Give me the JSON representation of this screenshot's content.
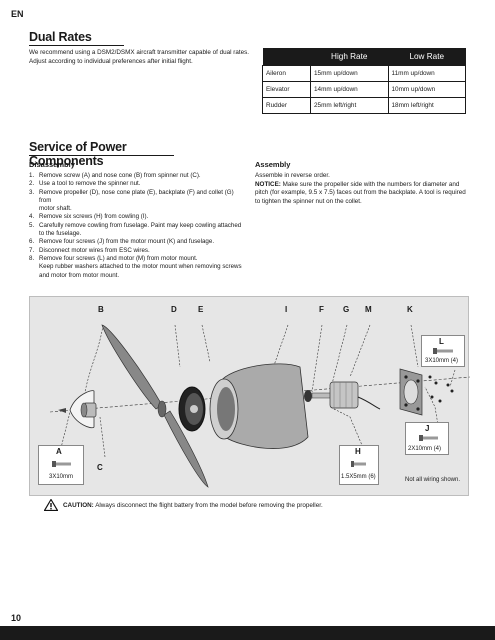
{
  "page": {
    "lang": "EN",
    "page_number": "10"
  },
  "dual_rates": {
    "title": "Dual Rates",
    "text": "We recommend using a DSM2/DSMX aircraft transmitter capable of dual rates. Adjust according to individual preferences after initial flight.",
    "table": {
      "headers": [
        "",
        "High Rate",
        "Low Rate"
      ],
      "rows": [
        [
          "Aileron",
          "15mm up/down",
          "11mm up/down"
        ],
        [
          "Elevator",
          "14mm up/down",
          "10mm up/down"
        ],
        [
          "Rudder",
          "25mm left/right",
          "18mm left/right"
        ]
      ]
    }
  },
  "service": {
    "title": "Service of Power Components",
    "disassembly_title": "Disassembly",
    "steps": [
      {
        "num": "1.",
        "text": "Remove screw (A) and nose cone (B) from spinner nut (C)."
      },
      {
        "num": "2.",
        "text": "Use a tool to remove the spinner nut."
      },
      {
        "num": "3.",
        "text": "Remove propeller (D), nose cone plate (E), backplate (F) and collet (G) from",
        "cont": "motor shaft."
      },
      {
        "num": "4.",
        "text": "Remove six screws (H) from cowling (I)."
      },
      {
        "num": "5.",
        "text": "Carefully remove cowling from fuselage. Paint may keep cowling attached",
        "cont": "to the fuselage."
      },
      {
        "num": "6.",
        "text": "Remove four screws (J) from the motor mount (K) and fuselage."
      },
      {
        "num": "7.",
        "text": "Disconnect motor wires from ESC wires."
      },
      {
        "num": "8.",
        "text": "Remove four screws (L) and motor (M) from motor mount.",
        "cont": "Keep rubber washers attached to the motor mount when removing screws",
        "cont2": "and motor from motor mount."
      }
    ],
    "assembly_title": "Assembly",
    "assembly_line1": "Assemble in reverse order.",
    "notice_label": "NOTICE:",
    "notice_text": "Make sure the propeller side with the numbers for diameter and pitch (for example, 9.5 x 7.5) faces out from the backplate. A tool is required to tighten the spinner nut on the collet."
  },
  "diagram": {
    "labels": {
      "A": "A",
      "B": "B",
      "C": "C",
      "D": "D",
      "E": "E",
      "F": "F",
      "G": "G",
      "H": "H",
      "I": "I",
      "J": "J",
      "K": "K",
      "L": "L",
      "M": "M"
    },
    "callouts": {
      "a_size": "3X10mm",
      "h_size": "1.5X5mm (6)",
      "j_size": "2X10mm (4)",
      "l_size": "3X10mm (4)"
    },
    "note": "Not all wiring shown."
  },
  "caution": {
    "label": "CAUTION:",
    "text": "Always disconnect the flight battery from the model before removing the propeller."
  },
  "icons": [
    "warning-triangle-icon"
  ]
}
